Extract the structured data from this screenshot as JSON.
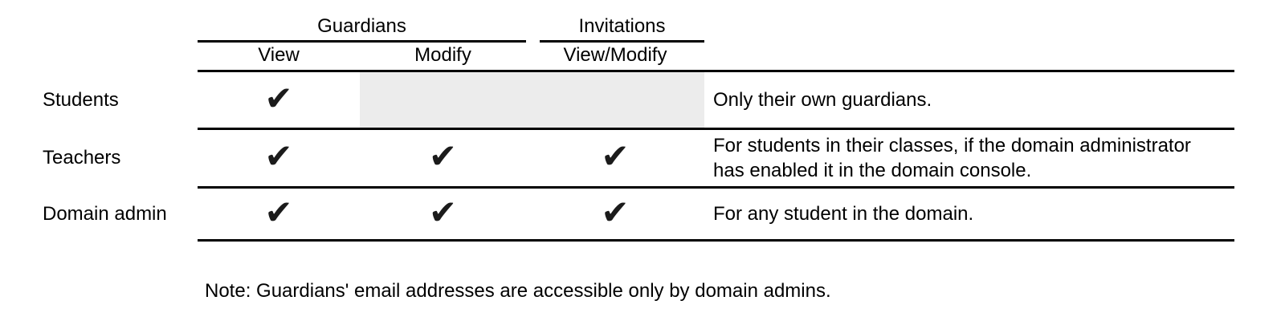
{
  "table": {
    "groups": [
      {
        "label": "Guardians"
      },
      {
        "label": "Invitations"
      }
    ],
    "columns": [
      {
        "label": "View"
      },
      {
        "label": "Modify"
      },
      {
        "label": "View/Modify"
      }
    ],
    "check_glyph": "✔",
    "rows": [
      {
        "label": "Students",
        "checks": {
          "view": "✔",
          "modify": "",
          "view_modify": ""
        },
        "note": "Only their own guardians."
      },
      {
        "label": "Teachers",
        "checks": {
          "view": "✔",
          "modify": "✔",
          "view_modify": "✔"
        },
        "note": "For students in their classes, if the domain administrator has enabled it in the domain console."
      },
      {
        "label": "Domain admin",
        "checks": {
          "view": "✔",
          "modify": "✔",
          "view_modify": "✔"
        },
        "note": "For any student in the domain."
      }
    ]
  },
  "footnote": "Note: Guardians' email addresses are accessible only by domain admins.",
  "colors": {
    "text": "#000000",
    "rule": "#000000",
    "shaded_cell": "#ececec",
    "background": "#ffffff"
  }
}
